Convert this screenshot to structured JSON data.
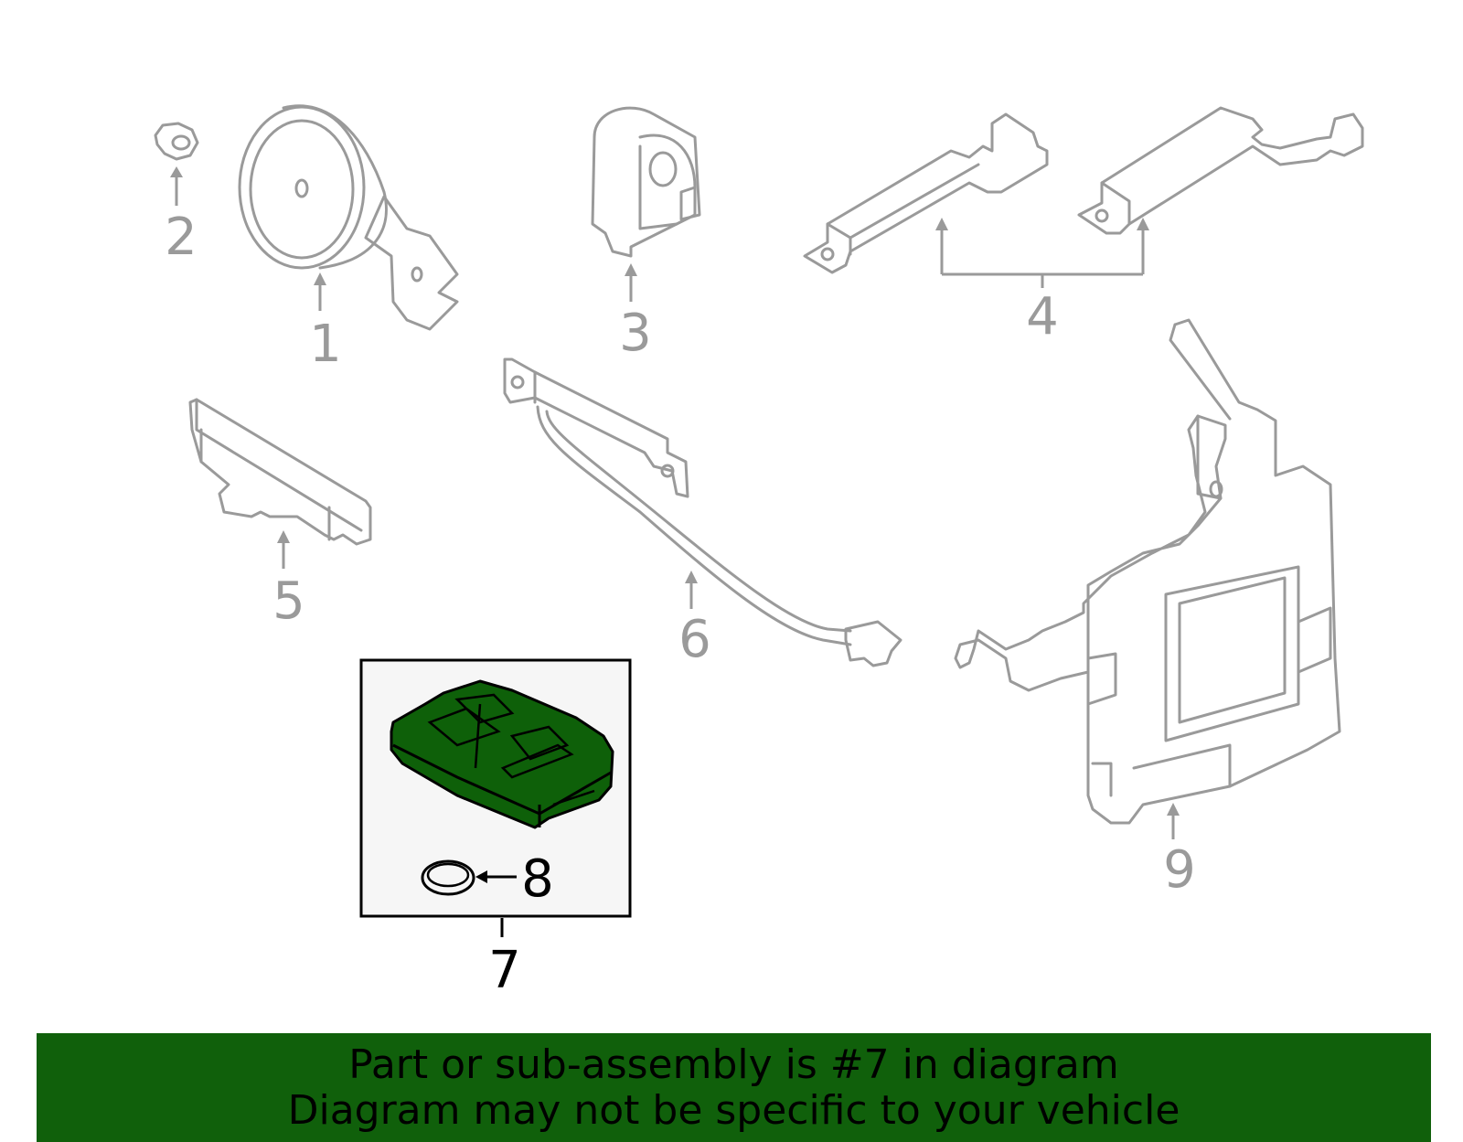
{
  "colors": {
    "part_outline": "#9a9a9a",
    "highlight_fill": "#0e6009",
    "highlight_box": "#f6f6f6",
    "banner": "#10600b",
    "banner_text": "#000000"
  },
  "callouts": {
    "c1": "1",
    "c2": "2",
    "c3": "3",
    "c4": "4",
    "c5": "5",
    "c6": "6",
    "c7": "7",
    "c8": "8",
    "c9": "9"
  },
  "banner": {
    "line1": "Part or sub-assembly is #7 in diagram",
    "line2": "Diagram may not be specific to your vehicle"
  }
}
